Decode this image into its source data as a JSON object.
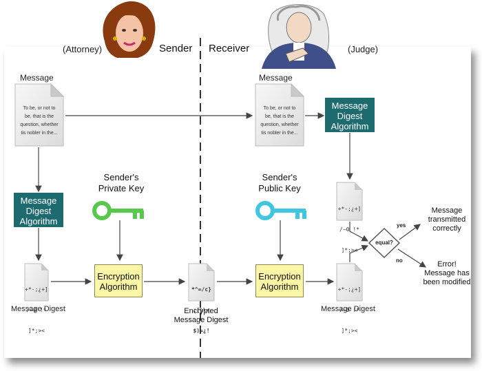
{
  "header": {
    "sender_role": "(Attorney)",
    "sender": "Sender",
    "receiver": "Receiver",
    "receiver_role": "(Judge)"
  },
  "sender_side": {
    "message_label": "Message",
    "message_text": [
      "To be, or not to",
      "be, that is the",
      "question, whether",
      "tis nobler in the..."
    ],
    "digest_box": [
      "Message",
      "Digest",
      "Algorithm"
    ],
    "key_label": [
      "Sender's",
      "Private Key"
    ],
    "digest_glyphs": [
      "+*-;¿+]",
      "/~0 !*",
      "]*;><"
    ],
    "digest_label": "Message Digest",
    "encryption_box": [
      "Encryption",
      "Algorithm"
    ]
  },
  "middle": {
    "encrypted_glyphs": [
      "*^=/c}",
      ";[%\\<",
      "$)=¿!"
    ],
    "encrypted_label": [
      "Encrypted",
      "Message Digest"
    ]
  },
  "receiver_side": {
    "message_label": "Message",
    "message_text": [
      "To be, or not to",
      "be, that is the",
      "question, whether",
      "tis nobler in the..."
    ],
    "digest_box": [
      "Message",
      "Digest",
      "Algorithm"
    ],
    "key_label": [
      "Sender's",
      "Public Key"
    ],
    "encryption_box": [
      "Encryption",
      "Algorithm"
    ],
    "digest_glyphs_top": [
      "+*-;¿+]",
      "/~0 !*",
      "]*;><"
    ],
    "digest_glyphs_bottom": [
      "+*-;¿+]",
      "/~0 !*",
      "]*;><"
    ],
    "digest_label": "Message Digest",
    "compare": "equal?",
    "yes": "yes",
    "no": "no",
    "yes_result": [
      "Message",
      "transmitted",
      "correctly"
    ],
    "no_result": [
      "Error!",
      "Message has",
      "been modified"
    ]
  },
  "colors": {
    "teal": "#1d6b6f",
    "yellow": "#fbf6a6",
    "private_key": "#56c94a",
    "public_key": "#3fc6e0"
  }
}
